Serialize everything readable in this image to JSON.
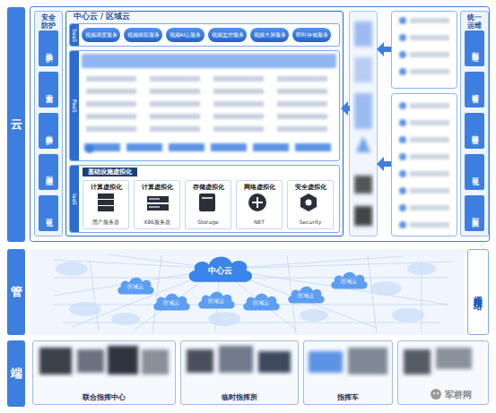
{
  "diagram": {
    "nodes": [
      {
        "text": [
          "云"
        ]
      },
      {
        "text": [
          "安全防护"
        ]
      },
      {
        "text": [
          "边界防护"
        ],
        "in": 1
      },
      {
        "text": [
          "安全监测"
        ],
        "in": 1
      },
      {
        "text": [
          "病毒防护"
        ],
        "in": 1
      },
      {
        "text": [
          "漏洞检测"
        ],
        "in": 1
      },
      {
        "text": [
          "可视化"
        ],
        "in": 1
      },
      {
        "text": [
          "中心云 / 区域云"
        ]
      },
      {
        "text": [
          "SaaS"
        ],
        "in": 7
      },
      {
        "text": [
          "视频调度服务"
        ],
        "in": 8
      },
      {
        "text": [
          "视频级联服务"
        ],
        "in": 8
      },
      {
        "text": [
          "视频AI云服务"
        ],
        "in": 8
      },
      {
        "text": [
          "视频监控服务"
        ],
        "in": 8
      },
      {
        "text": [
          "视频大屏服务"
        ],
        "in": 8
      },
      {
        "text": [
          "即时存储服务"
        ],
        "in": 8
      },
      {
        "text": [
          "PaaS"
        ],
        "in": 7
      },
      {
        "text": [
          "IaaS",
          "基础设施虚拟化"
        ],
        "in": 7
      },
      {
        "text": [
          "计算虚拟化",
          "国产服务器"
        ],
        "in": 16
      },
      {
        "text": [
          "计算虚拟化",
          "X86服务器"
        ],
        "in": 16
      },
      {
        "text": [
          "存储虚拟化",
          "Storage"
        ],
        "in": 16
      },
      {
        "text": [
          "网络虚拟化",
          "NET"
        ],
        "in": 16
      },
      {
        "text": [
          "安全虚拟化",
          "Security"
        ],
        "in": 16
      },
      {
        "text": [
          "统一运维"
        ]
      },
      {
        "text": [
          "配置管理"
        ],
        "in": 22
      },
      {
        "text": [
          "监控告警"
        ],
        "in": 22
      },
      {
        "text": [
          "故障告警"
        ],
        "in": 22
      },
      {
        "text": [
          "可视化"
        ],
        "in": 22
      },
      {
        "text": [
          "智能决策"
        ],
        "in": 22
      },
      {
        "text": [
          "管"
        ]
      },
      {
        "text": [
          "中心云"
        ]
      },
      {
        "text": [
          "区域云"
        ]
      },
      {
        "text": [
          "区域云"
        ]
      },
      {
        "text": [
          "区域云"
        ]
      },
      {
        "text": [
          "区域云"
        ]
      },
      {
        "text": [
          "区域云"
        ]
      },
      {
        "text": [
          "区域云"
        ]
      },
      {
        "text": [
          "栅格网络"
        ]
      },
      {
        "text": [
          "端"
        ]
      },
      {
        "text": [
          "联合指挥中心"
        ]
      },
      {
        "text": [
          "临时指挥所"
        ]
      },
      {
        "text": [
          "指挥车"
        ]
      }
    ],
    "labels": [
      "军桥网"
    ]
  }
}
